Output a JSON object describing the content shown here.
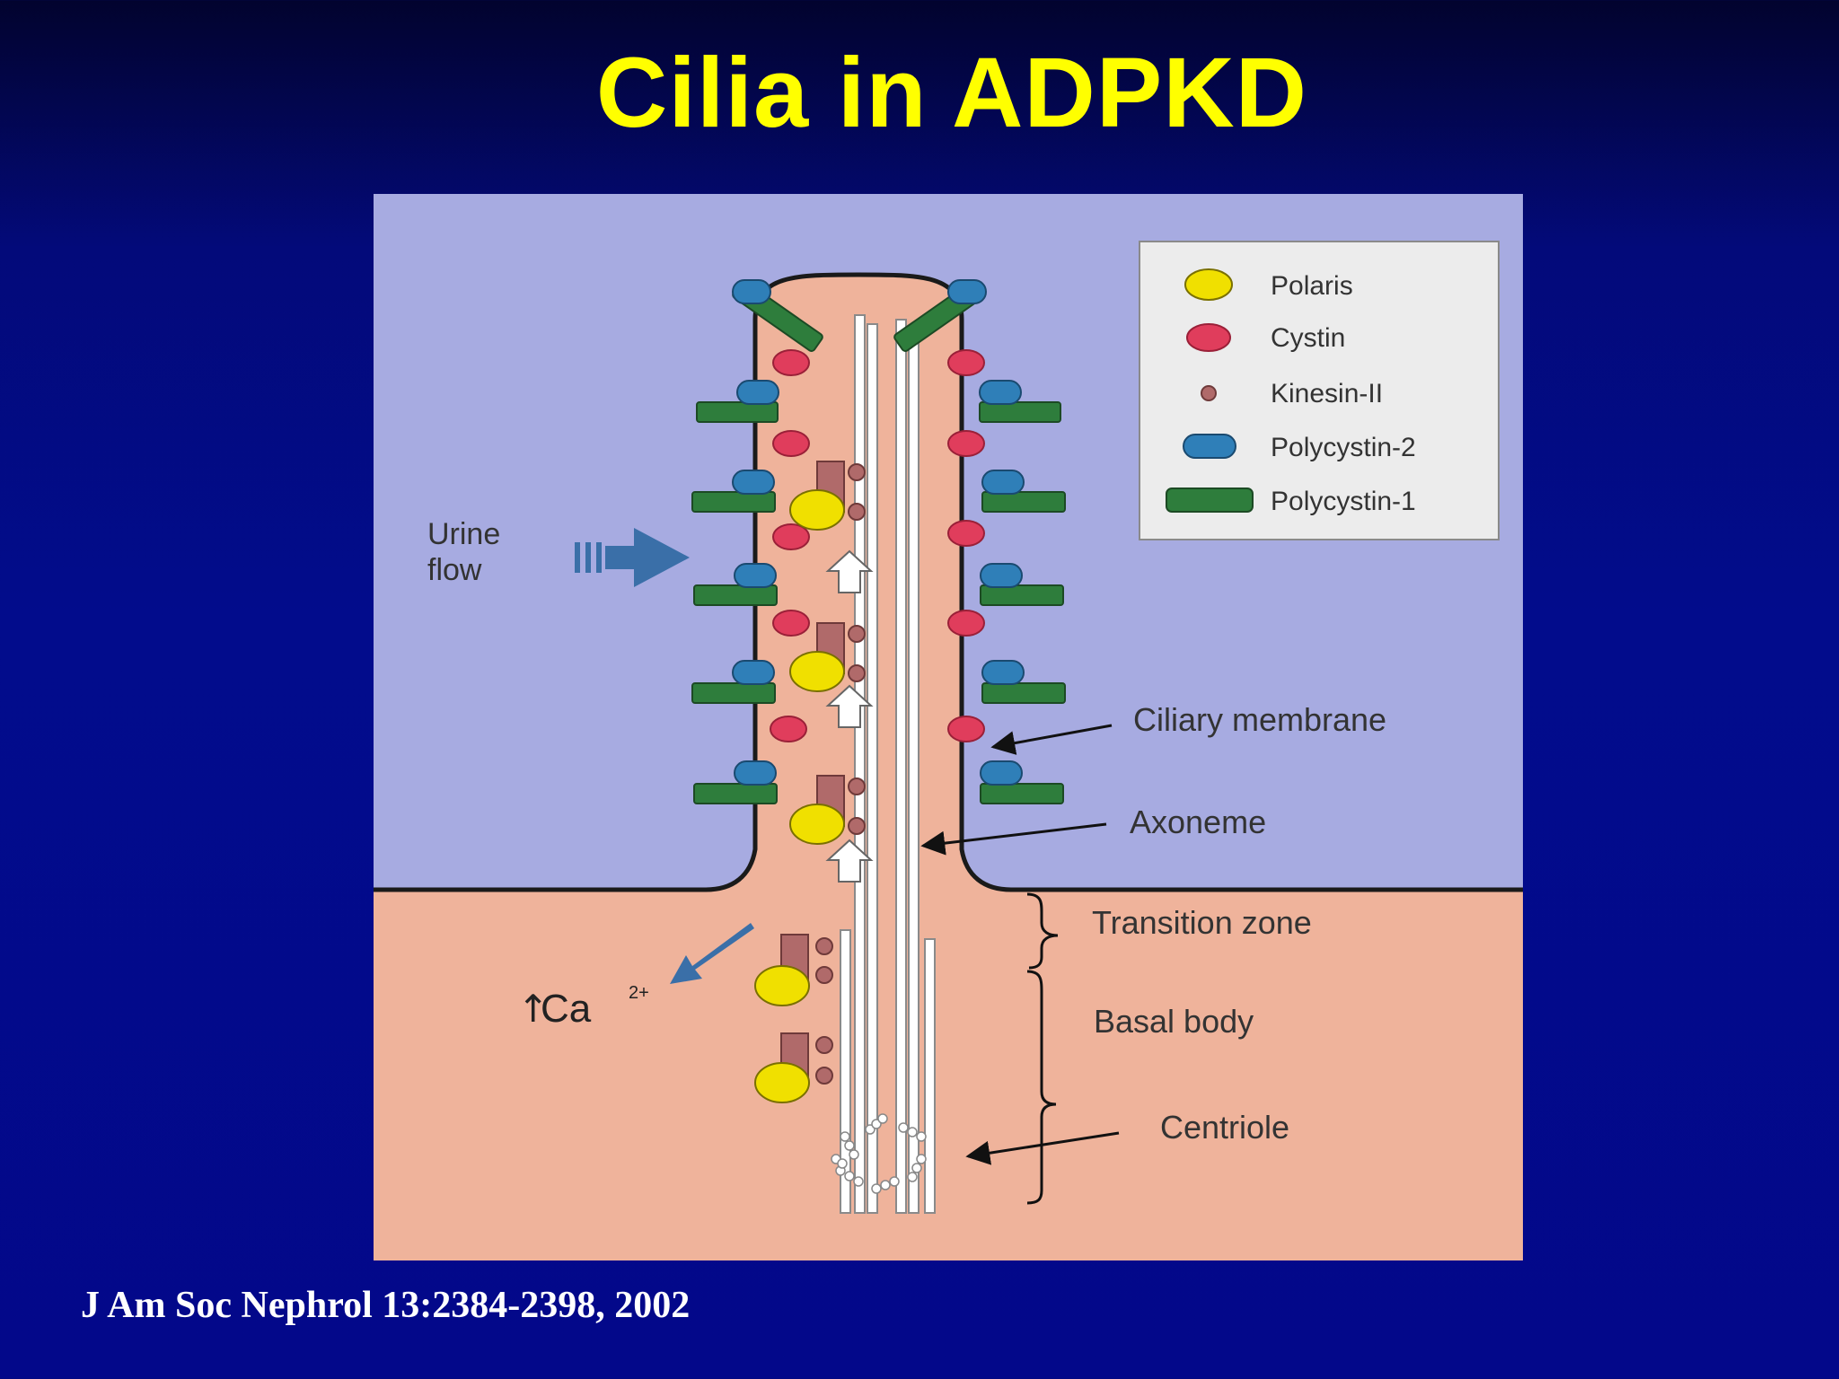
{
  "slide": {
    "title": "Cilia in ADPKD",
    "citation": "J Am Soc Nephrol 13:2384-2398, 2002"
  },
  "diagram": {
    "legend": [
      {
        "label": "Polaris",
        "shape": "yellow-circle",
        "color": "#f0e000"
      },
      {
        "label": "Cystin",
        "shape": "red-circle",
        "color": "#e03d5c"
      },
      {
        "label": "Kinesin-II",
        "shape": "small-brown-dot",
        "color": "#b06a6a"
      },
      {
        "label": "Polycystin-2",
        "shape": "blue-capsule",
        "color": "#2f7fb8"
      },
      {
        "label": "Polycystin-1",
        "shape": "green-bar",
        "color": "#2e7d3c"
      }
    ],
    "labels": {
      "urine": "Urine",
      "flow": "flow",
      "calcium": "Ca",
      "calcium_sup": "2+",
      "ciliary_membrane": "Ciliary membrane",
      "axoneme": "Axoneme",
      "transition_zone": "Transition zone",
      "basal_body": "Basal body",
      "centriole": "Centriole"
    },
    "colors": {
      "lumen": "#a7abe1",
      "cytoplasm": "#efb39b",
      "flow_arrow": "#3a6fa8"
    }
  }
}
